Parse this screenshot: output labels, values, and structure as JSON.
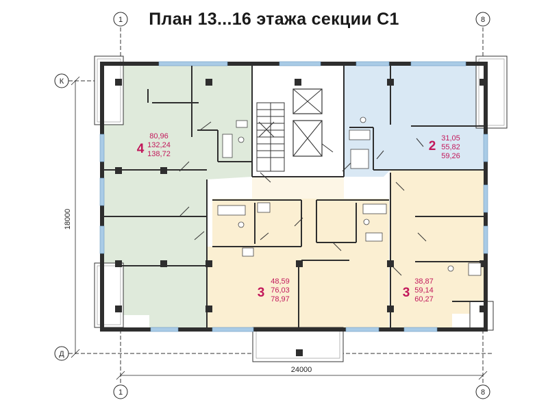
{
  "title": "План 13...16 этажа секции С1",
  "axes": {
    "left_col": "1",
    "right_col": "8",
    "top_row": "К",
    "bottom_row": "Д"
  },
  "dimensions": {
    "width": "24000",
    "height": "18000"
  },
  "apartments": [
    {
      "rooms": "4",
      "areas": [
        "80,96",
        "132,24",
        "138,72"
      ],
      "fill": "#dfeadb"
    },
    {
      "rooms": "2",
      "areas": [
        "31,05",
        "55,82",
        "59,26"
      ],
      "fill": "#d9e8f4"
    },
    {
      "rooms": "3",
      "areas": [
        "48,59",
        "76,03",
        "78,97"
      ],
      "fill": "#fbefd2"
    },
    {
      "rooms": "3",
      "areas": [
        "38,87",
        "59,14",
        "60,27"
      ],
      "fill": "#fbefd2"
    }
  ],
  "colors": {
    "corridor": "#fdf6e6",
    "wall": "#2e2e2e",
    "window": "#a9cbe6",
    "accent": "#c2185b"
  }
}
